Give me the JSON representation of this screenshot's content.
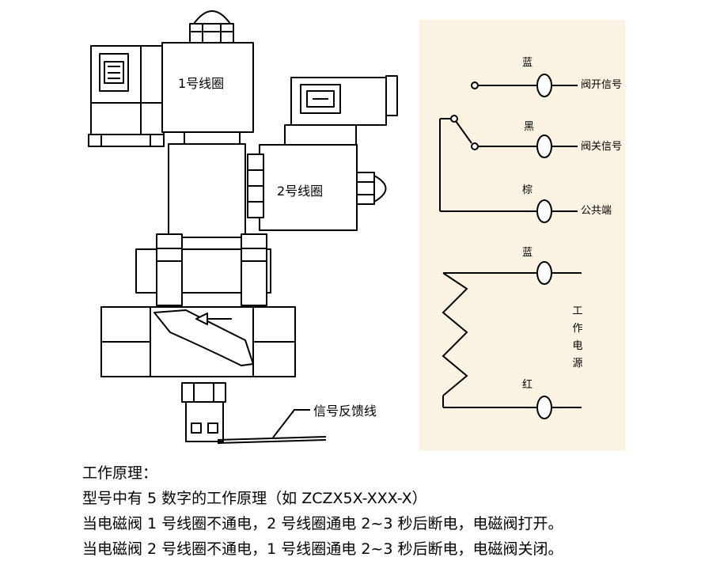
{
  "valve": {
    "coil1_label": "1号线圈",
    "coil2_label": "2号线圈",
    "feedback_label": "信号反馈线"
  },
  "wiring": {
    "blue_top": "蓝",
    "black": "黑",
    "brown": "棕",
    "blue_bottom": "蓝",
    "red": "红",
    "open_signal": "阀开信号",
    "close_signal": "阀关信号",
    "common": "公共端",
    "power": "工作电源"
  },
  "principle": {
    "title": "工作原理：",
    "line1": "型号中有 5 数字的工作原理（如 ZCZX5X-XXX-X）",
    "line2": "当电磁阀 1 号线圈不通电，2 号线圈通电 2~3 秒后断电，电磁阀打开。",
    "line3": "当电磁阀 2 号线圈不通电，1 号线圈通电 2~3 秒后断电，电磁阀关闭。"
  }
}
